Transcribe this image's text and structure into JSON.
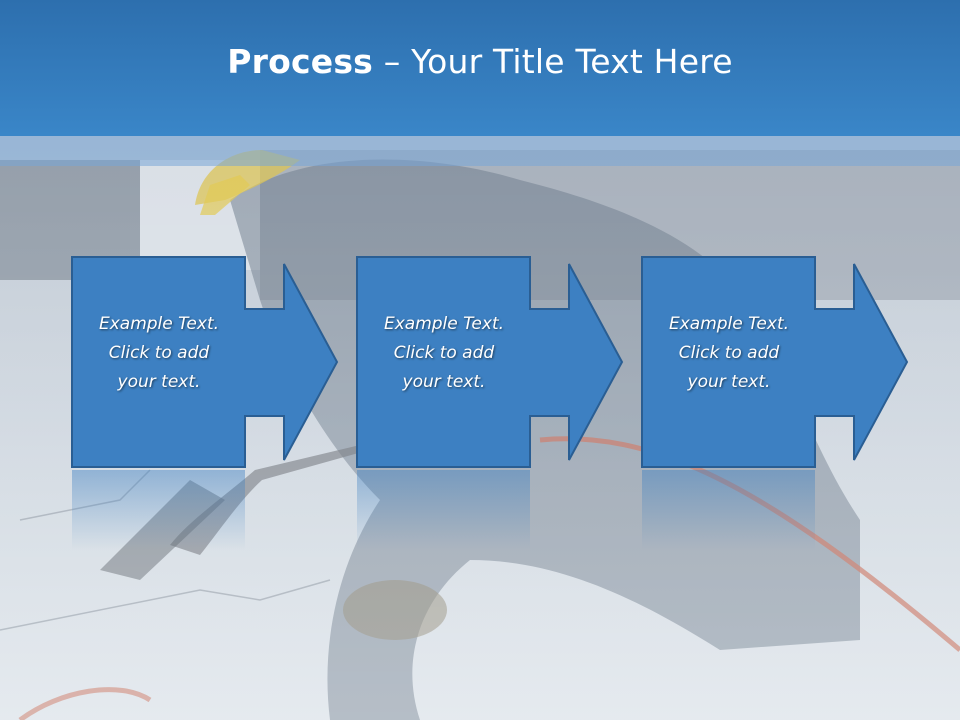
{
  "slide": {
    "title_bold": "Process",
    "title_rest": " – Your Title Text Here"
  },
  "steps": [
    {
      "line1": "Example Text.",
      "line2": "Click  to add",
      "line3": "your text."
    },
    {
      "line1": "Example Text.",
      "line2": "Click  to add",
      "line3": "your text."
    },
    {
      "line1": "Example Text.",
      "line2": "Click  to add",
      "line3": "your text."
    }
  ],
  "colors": {
    "header": "#3a86c8",
    "step_fill": "#3d80c2",
    "step_border": "#2a5e93",
    "text": "#ffffff"
  }
}
